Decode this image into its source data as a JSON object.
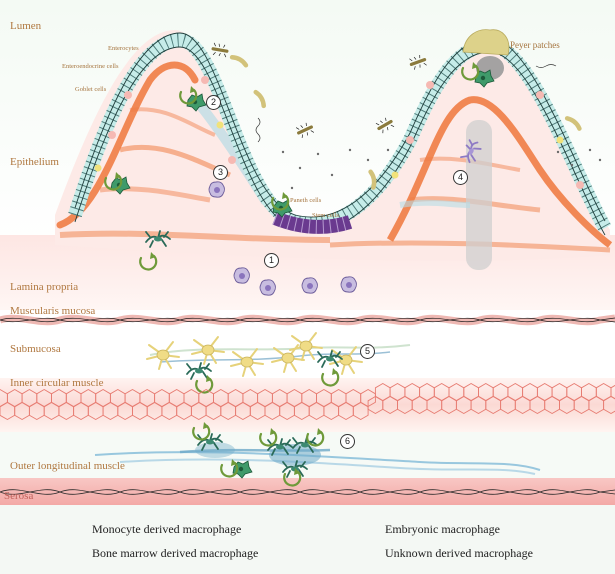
{
  "layers": {
    "lumen": "Lumen",
    "epithelium": "Epithelium",
    "lamina_propria": "Lamina propria",
    "muscularis_mucosa": "Muscularis mucosa",
    "submucosa": "Submucosa",
    "inner_circular_muscle": "Inner circular muscle",
    "outer_longitudinal_muscle": "Outer longitudinal muscle",
    "serosa": "Serosa"
  },
  "cell_labels": {
    "enterocytes": "Enterocytes",
    "enteroendocrine": "Enteroendocrine cells",
    "goblet": "Goblet cells",
    "peyer": "Peyer patches",
    "paneth": "Paneth cells",
    "stem": "Stem cells"
  },
  "markers": [
    "1",
    "2",
    "3",
    "4",
    "5",
    "6"
  ],
  "legend": [
    {
      "icon": "monocyte-macrophage-icon",
      "label": "Monocyte derived macrophage"
    },
    {
      "icon": "embryonic-macrophage-icon",
      "label": "Embryonic macrophage"
    },
    {
      "icon": "bone-marrow-macrophage-icon",
      "label": "Bone marrow derived macrophage"
    },
    {
      "icon": "unknown-macrophage-icon",
      "label": "Unknown derived macrophage"
    }
  ],
  "colors": {
    "epithelium_cell": "#c6ece9",
    "villus_core": "#f07d45",
    "paneth": "#6a3a8f",
    "serosa": "#f5b6b4",
    "monocyte": "#b9acd6",
    "embryonic": "#2a7a66",
    "bone_marrow": "#2f8a60",
    "unknown": "#8e7ac4",
    "arrow": "#6f9a3a"
  }
}
